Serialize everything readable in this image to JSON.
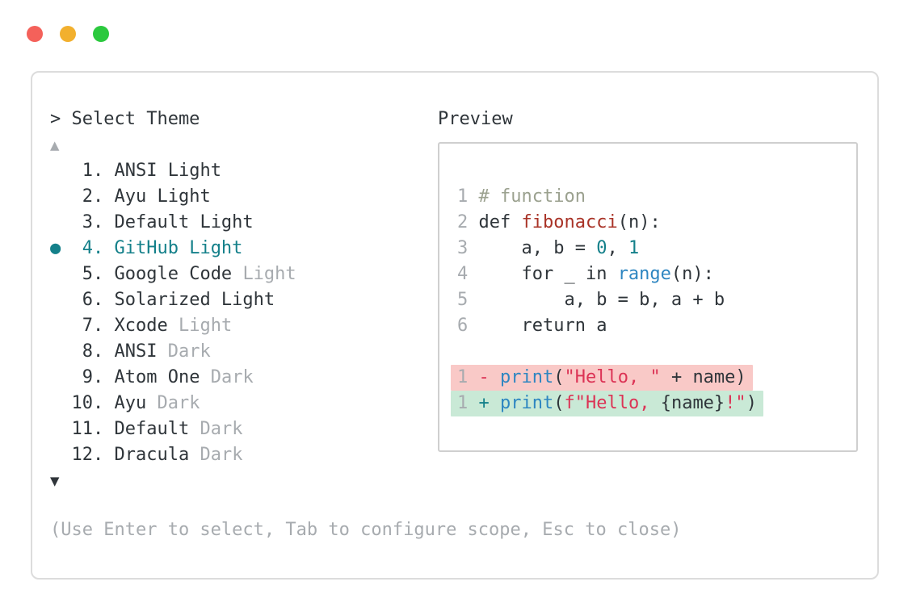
{
  "window": {
    "traffic_lights": [
      {
        "name": "close",
        "color": "#f4615a"
      },
      {
        "name": "minimize",
        "color": "#f2b02e"
      },
      {
        "name": "zoom",
        "color": "#2bc93e"
      }
    ]
  },
  "selector": {
    "prompt": "> Select Theme",
    "scroll_up_indicator": "▲",
    "scroll_down_indicator": "▼",
    "selected_marker": "●",
    "items": [
      {
        "number": "1",
        "name": "ANSI Light",
        "dimmed_suffix": "",
        "selected": false
      },
      {
        "number": "2",
        "name": "Ayu Light",
        "dimmed_suffix": "",
        "selected": false
      },
      {
        "number": "3",
        "name": "Default Light",
        "dimmed_suffix": "",
        "selected": false
      },
      {
        "number": "4",
        "name": "GitHub Light",
        "dimmed_suffix": "",
        "selected": true
      },
      {
        "number": "5",
        "name": "Google Code ",
        "dimmed_suffix": "Light",
        "selected": false
      },
      {
        "number": "6",
        "name": "Solarized Light",
        "dimmed_suffix": "",
        "selected": false
      },
      {
        "number": "7",
        "name": "Xcode ",
        "dimmed_suffix": "Light",
        "selected": false
      },
      {
        "number": "8",
        "name": "ANSI ",
        "dimmed_suffix": "Dark",
        "selected": false
      },
      {
        "number": "9",
        "name": "Atom One ",
        "dimmed_suffix": "Dark",
        "selected": false
      },
      {
        "number": "10",
        "name": "Ayu ",
        "dimmed_suffix": "Dark",
        "selected": false
      },
      {
        "number": "11",
        "name": "Default ",
        "dimmed_suffix": "Dark",
        "selected": false
      },
      {
        "number": "12",
        "name": "Dracula ",
        "dimmed_suffix": "Dark",
        "selected": false
      }
    ],
    "hint": "(Use Enter to select, Tab to configure scope, Esc to close)"
  },
  "preview": {
    "title": "Preview",
    "code_lines": [
      {
        "number": "1",
        "tokens": [
          {
            "text": "# function",
            "color": "comment"
          }
        ]
      },
      {
        "number": "2",
        "tokens": [
          {
            "text": "def ",
            "color": "text"
          },
          {
            "text": "fibonacci",
            "color": "function"
          },
          {
            "text": "(n):",
            "color": "text"
          }
        ]
      },
      {
        "number": "3",
        "tokens": [
          {
            "text": "    a, b = ",
            "color": "text"
          },
          {
            "text": "0",
            "color": "accent"
          },
          {
            "text": ", ",
            "color": "text"
          },
          {
            "text": "1",
            "color": "accent"
          }
        ]
      },
      {
        "number": "4",
        "tokens": [
          {
            "text": "    for _ in ",
            "color": "text"
          },
          {
            "text": "range",
            "color": "builtin"
          },
          {
            "text": "(n):",
            "color": "text"
          }
        ]
      },
      {
        "number": "5",
        "tokens": [
          {
            "text": "        a, b = b, a + b",
            "color": "text"
          }
        ]
      },
      {
        "number": "6",
        "tokens": [
          {
            "text": "    return a",
            "color": "text"
          }
        ]
      }
    ],
    "diff_lines": [
      {
        "number": "1",
        "type": "removed",
        "tokens": [
          {
            "text": "- ",
            "color": "string"
          },
          {
            "text": "print",
            "color": "builtin"
          },
          {
            "text": "(",
            "color": "text"
          },
          {
            "text": "\"Hello, \"",
            "color": "string"
          },
          {
            "text": " + name)",
            "color": "text"
          }
        ]
      },
      {
        "number": "1",
        "type": "added",
        "tokens": [
          {
            "text": "+ ",
            "color": "accent"
          },
          {
            "text": "print",
            "color": "builtin"
          },
          {
            "text": "(",
            "color": "text"
          },
          {
            "text": "f\"Hello, ",
            "color": "string"
          },
          {
            "text": "{name}",
            "color": "text"
          },
          {
            "text": "!\"",
            "color": "string"
          },
          {
            "text": ")",
            "color": "text"
          }
        ]
      }
    ]
  },
  "colors": {
    "text": "#2f353a",
    "muted": "#a7abaf",
    "comment": "#9ba18f",
    "accent": "#14808a",
    "function": "#a93327",
    "builtin": "#2e86c1",
    "string": "#dc3355",
    "removedBg": "#f9c9c7",
    "addedBg": "#c9e9d6"
  }
}
